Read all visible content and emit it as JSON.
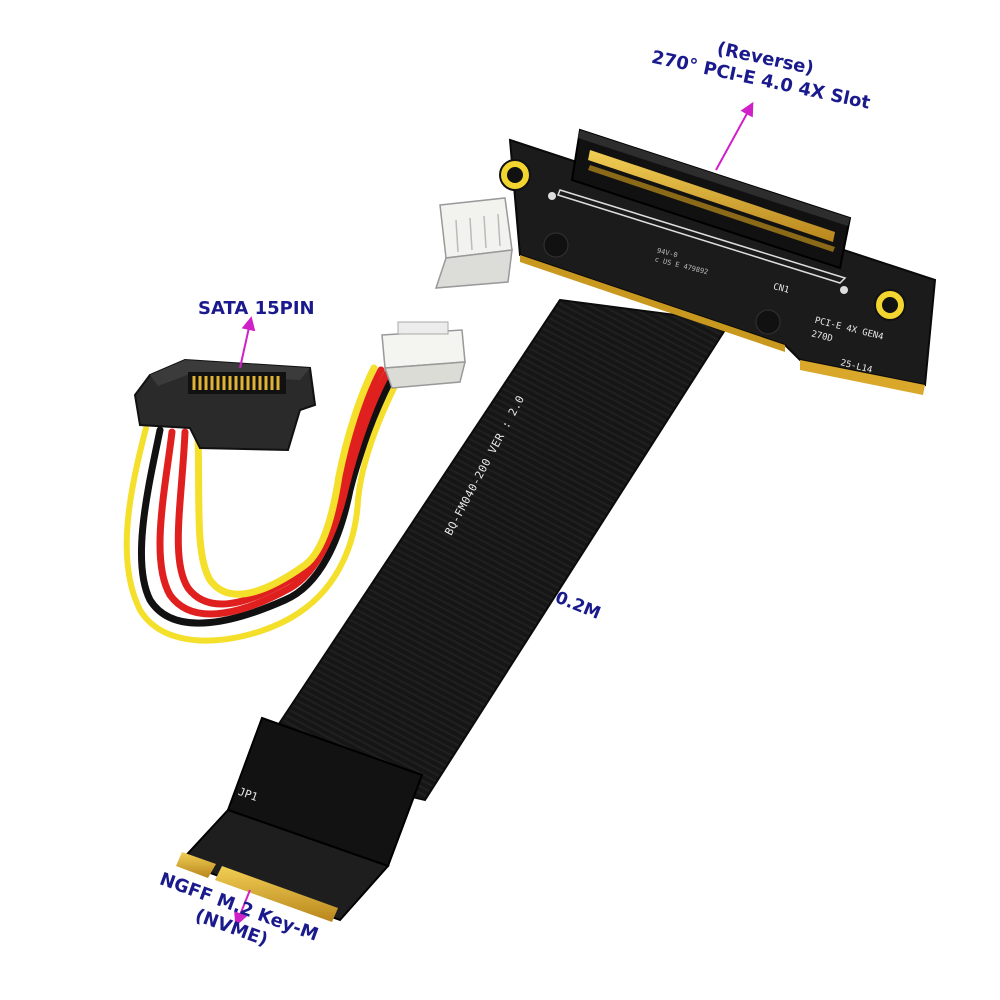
{
  "callouts": {
    "pcie_line1": "(Reverse)",
    "pcie_line2": "270° PCI-E 4.0 4X Slot",
    "sata": "SATA 15PIN",
    "length": "0.2M",
    "m2_line1": "NGFF M.2 Key-M",
    "m2_line2": "(NVME)"
  },
  "silkscreen": {
    "cable_model": "BQ-FM040-200   VER : 2.0",
    "jp1": "JP1",
    "cn1": "CN1",
    "pcie_line1": "PCI-E 4X GEN4",
    "pcie_line2": "270D",
    "rev": "25-L14",
    "cert_line1": "94V-0",
    "cert_line2": "c US E 479892"
  },
  "colors": {
    "callout_text": "#1a1a8c",
    "arrow": "#d020c8",
    "board": "#1b1b1b",
    "gold": "#d9a82b",
    "wire_red": "#e0201e",
    "wire_yellow": "#f4df2a",
    "wire_black": "#111111"
  }
}
